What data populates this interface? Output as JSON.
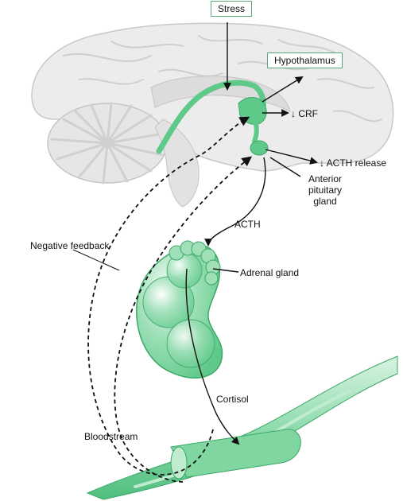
{
  "colors": {
    "accent": "#5fc98a",
    "accent_dark": "#3aa866",
    "brain_fill": "#ececec",
    "line": "#111111"
  },
  "labels": {
    "stress": "Stress",
    "hypothalamus": "Hypothalamus",
    "crf": "↓ CRF",
    "acth_release": "↓ ACTH release",
    "anterior_pituitary_1": "Anterior",
    "anterior_pituitary_2": "pituitary",
    "anterior_pituitary_3": "gland",
    "acth": "ACTH",
    "negative_feedback": "Negative feedback",
    "adrenal_gland": "Adrenal gland",
    "cortisol": "Cortisol",
    "bloodstream": "Bloodstream"
  }
}
